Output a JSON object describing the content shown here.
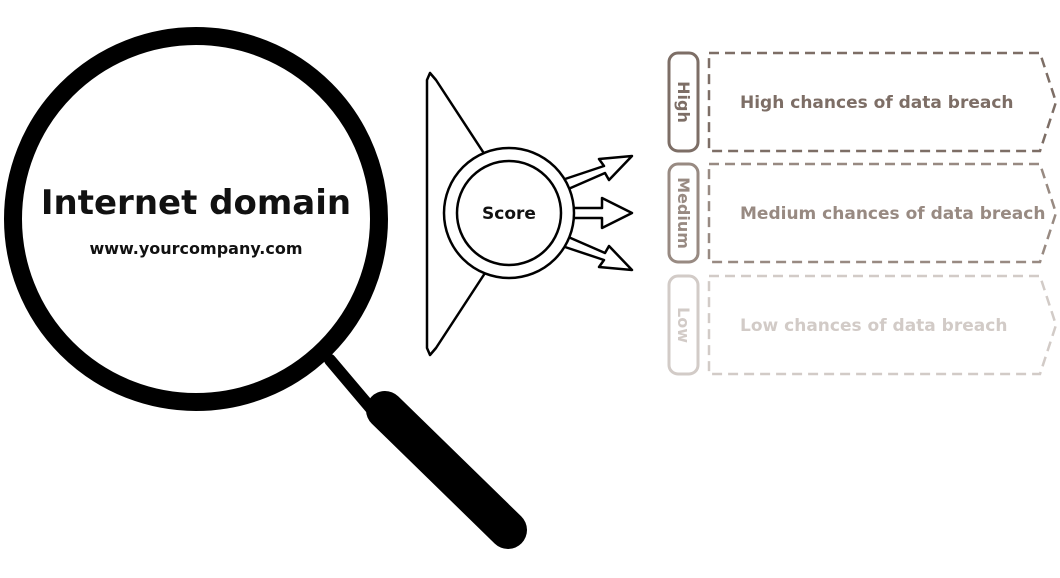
{
  "lens": {
    "title": "Internet domain",
    "url": "www.yourcompany.com"
  },
  "score": {
    "label": "Score"
  },
  "levels": [
    {
      "tab": "High",
      "description": "High chances of data breach",
      "color": "#7d6e66"
    },
    {
      "tab": "Medium",
      "description": "Medium chances of data breach",
      "color": "#988a82"
    },
    {
      "tab": "Low",
      "description": "Low chances of data breach",
      "color": "#d2cbc7"
    }
  ]
}
